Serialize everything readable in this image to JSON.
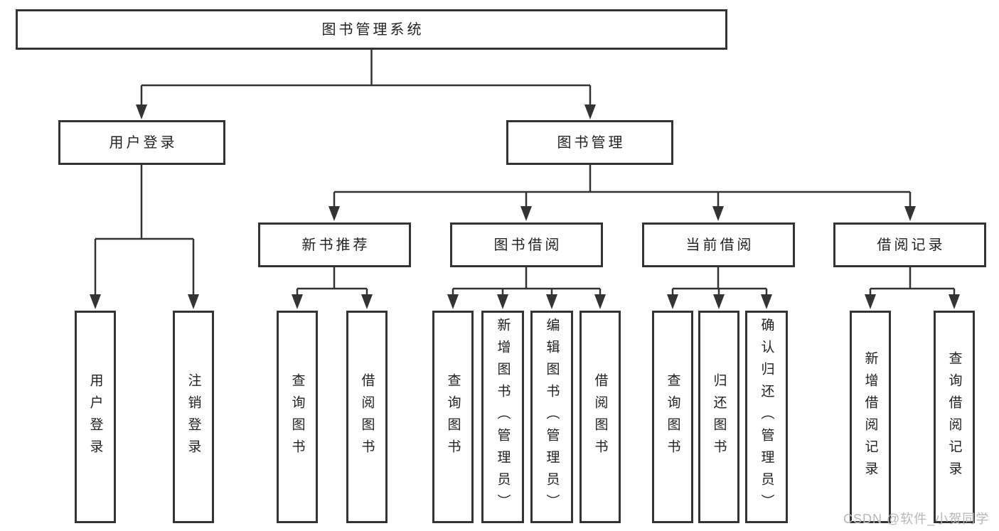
{
  "tree": {
    "label": "图书管理系统",
    "children": [
      {
        "label": "用户登录",
        "children": [
          {
            "label": "用户登录"
          },
          {
            "label": "注销登录"
          }
        ]
      },
      {
        "label": "图书管理",
        "children": [
          {
            "label": "新书推荐",
            "children": [
              {
                "label": "查询图书"
              },
              {
                "label": "借阅图书"
              }
            ]
          },
          {
            "label": "图书借阅",
            "children": [
              {
                "label": "查询图书"
              },
              {
                "label": "新增图书（管理员）"
              },
              {
                "label": "编辑图书（管理员）"
              },
              {
                "label": "借阅图书"
              }
            ]
          },
          {
            "label": "当前借阅",
            "children": [
              {
                "label": "查询图书"
              },
              {
                "label": "归还图书"
              },
              {
                "label": "确认归还（管理员）"
              }
            ]
          },
          {
            "label": "借阅记录",
            "children": [
              {
                "label": "新增借阅记录"
              },
              {
                "label": "查询借阅记录"
              }
            ]
          }
        ]
      }
    ]
  },
  "watermark": "CSDN @软件_小贺同学",
  "colors": {
    "line": "#333333",
    "text": "#222222",
    "watermark": "#b7b7b7",
    "background": "#ffffff"
  }
}
